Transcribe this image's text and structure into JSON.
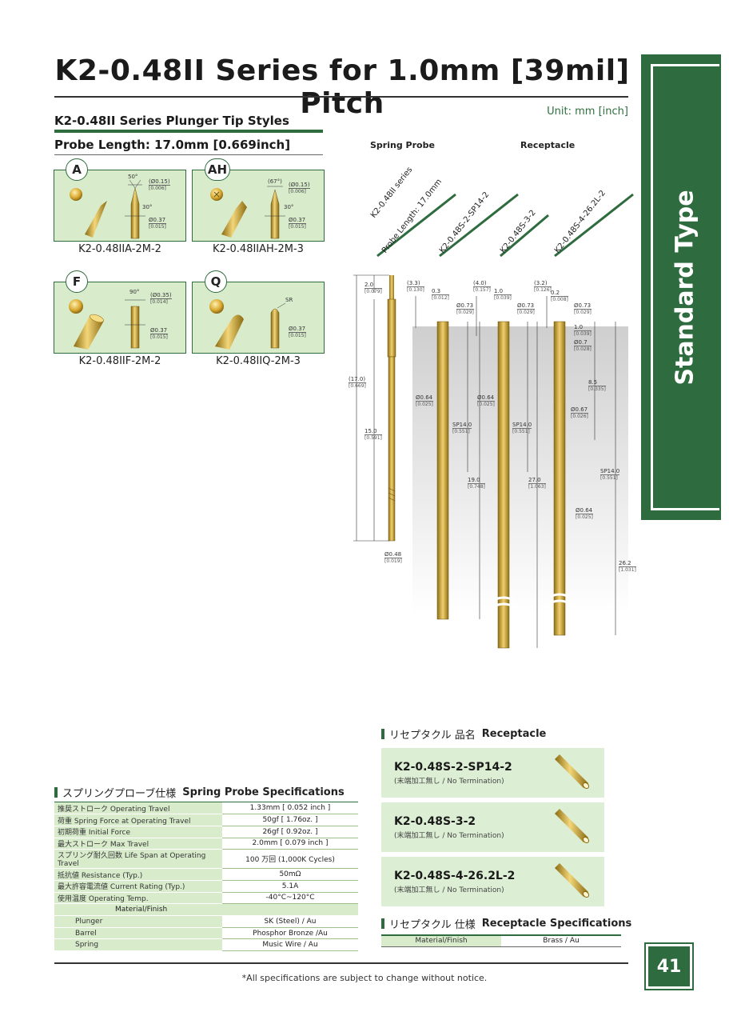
{
  "title": "K2-0.48II Series for 1.0mm [39mil] Pitch",
  "unit": "Unit: mm [inch]",
  "side_tab": "Standard Type",
  "tips": {
    "heading": "K2-0.48II Series Plunger Tip Styles",
    "probe_length": "Probe Length: 17.0mm [0.669inch]",
    "styles": [
      {
        "badge": "A",
        "caption": "K2-0.48IIA-2M-2",
        "angle": "50°",
        "tip_dia": "(Ø0.15)",
        "tip_dia_in": "[0.006]",
        "angle2": "30°",
        "body_dia": "Ø0.37",
        "body_dia_in": "[0.015]"
      },
      {
        "badge": "AH",
        "caption": "K2-0.48IIAH-2M-3",
        "angle": "(67°)",
        "tip_dia": "(Ø0.15)",
        "tip_dia_in": "[0.006]",
        "angle2": "30°",
        "body_dia": "Ø0.37",
        "body_dia_in": "[0.015]"
      },
      {
        "badge": "F",
        "caption": "K2-0.48IIF-2M-2",
        "angle": "90°",
        "tip_dia": "(Ø0.35)",
        "tip_dia_in": "[0.014]",
        "body_dia": "Ø0.37",
        "body_dia_in": "[0.015]"
      },
      {
        "badge": "Q",
        "caption": "K2-0.48IIQ-2M-3",
        "angle": "SR",
        "body_dia": "Ø0.37",
        "body_dia_in": "[0.015]"
      }
    ]
  },
  "diagram": {
    "spring_probe_label": "Spring Probe",
    "receptacle_label": "Receptacle",
    "tags": [
      {
        "line1": "K2-0.48II series",
        "line2": "Probe Length: 17.0mm"
      },
      {
        "line1": "K2-0.48S-2-SP14-2"
      },
      {
        "line1": "K2-0.48S-3-2"
      },
      {
        "line1": "K2-0.48S-4-26.2L-2"
      }
    ],
    "labels": {
      "d20": "2.0",
      "d20i": "[0.079]",
      "d33": "(3.3)",
      "d33i": "[0.130]",
      "d03": "0.3",
      "d03i": "[0.012]",
      "d073a": "Ø0.73",
      "d073ai": "[0.029]",
      "d40": "(4.0)",
      "d40i": "[0.157]",
      "d10a": "1.0",
      "d10ai": "[0.039]",
      "d073b": "Ø0.73",
      "d073bi": "[0.029]",
      "d32": "(3.2)",
      "d32i": "[0.126]",
      "d02": "0.2",
      "d02i": "[0.008]",
      "d073c": "Ø0.73",
      "d073ci": "[0.029]",
      "d10b": "1.0",
      "d10bi": "[0.039]",
      "d07": "Ø0.7",
      "d07i": "[0.028]",
      "d170": "(17.0)",
      "d170i": "[0.669]",
      "d85": "8.5",
      "d85i": "[0.335]",
      "d064a": "Ø0.64",
      "d064ai": "[0.025]",
      "d064b": "Ø0.64",
      "d064bi": "[0.025]",
      "d067": "Ø0.67",
      "d067i": "[0.026]",
      "sp140a": "SP14.0",
      "sp140ai": "[0.551]",
      "sp140b": "SP14.0",
      "sp140bi": "[0.551]",
      "d150": "15.0",
      "d150i": "[0.591]",
      "sp140c": "SP14.0",
      "sp140ci": "[0.551]",
      "d190": "19.0",
      "d190i": "[0.748]",
      "d270": "27.0",
      "d270i": "[1.063]",
      "d064c": "Ø0.64",
      "d064ci": "[0.025]",
      "d048": "Ø0.48",
      "d048i": "[0.019]",
      "d262": "26.2",
      "d262i": "[1.031]"
    }
  },
  "spring_specs": {
    "heading_jp": "スプリングプローブ仕様",
    "heading_en": "Spring Probe Specifications",
    "rows": [
      {
        "label": "推奨ストローク Operating Travel",
        "value": "1.33mm [ 0.052 inch ]"
      },
      {
        "label": "荷重 Spring Force at Operating Travel",
        "value": "50gf [ 1.76oz. ]"
      },
      {
        "label": "初期荷重 Initial Force",
        "value": "26gf [ 0.92oz. ]"
      },
      {
        "label": "最大ストローク Max Travel",
        "value": "2.0mm [ 0.079 inch ]"
      },
      {
        "label": "スプリング耐久回数 Life Span at Operating Travel",
        "value": "100 万回 (1,000K Cycles)"
      },
      {
        "label": "抵抗値 Resistance (Typ.)",
        "value": "50mΩ"
      },
      {
        "label": "最大許容電流値 Current Rating (Typ.)",
        "value": "5.1A"
      },
      {
        "label": "使用温度 Operating Temp.",
        "value": "-40°C~120°C"
      }
    ],
    "material_heading": "Material/Finish",
    "materials": [
      {
        "label": "Plunger",
        "value": "SK (Steel) / Au"
      },
      {
        "label": "Barrel",
        "value": "Phosphor Bronze /Au"
      },
      {
        "label": "Spring",
        "value": "Music Wire / Au"
      }
    ]
  },
  "receptacle": {
    "heading_jp": "リセプタクル 品名",
    "heading_en": "Receptacle",
    "items": [
      {
        "name": "K2-0.48S-2-SP14-2",
        "note": "(末端加工無し / No Termination)"
      },
      {
        "name": "K2-0.48S-3-2",
        "note": "(末端加工無し / No Termination)"
      },
      {
        "name": "K2-0.48S-4-26.2L-2",
        "note": "(末端加工無し / No Termination)"
      }
    ],
    "spec_heading_jp": "リセプタクル 仕様",
    "spec_heading_en": "Receptacle Specifications",
    "spec_label": "Material/Finish",
    "spec_value": "Brass / Au"
  },
  "footnote": "*All specifications are subject to change without notice.",
  "page_number": "41",
  "colors": {
    "brand_green": "#2e6b3e",
    "light_green": "#d8eccc",
    "gold": "#c9a227"
  }
}
